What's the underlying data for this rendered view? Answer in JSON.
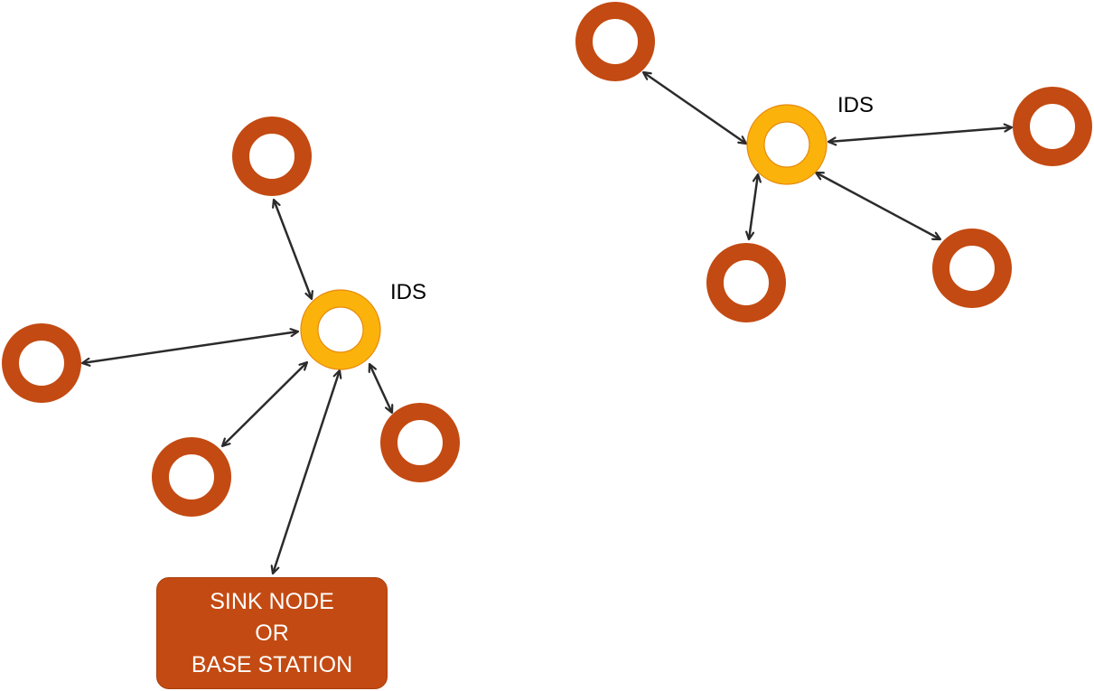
{
  "diagram": {
    "ids_labels": [
      "IDS",
      "IDS"
    ],
    "sink_node": {
      "lines": [
        "SINK NODE",
        "OR",
        "BASE STATION"
      ]
    },
    "colors": {
      "sensor_node": "#c34a12",
      "ids_node": "#fbb30c",
      "ids_node_stroke": "#e8890a",
      "sink_node": "#c34a12",
      "arrow": "#2b2b2b",
      "background": "#ffffff"
    },
    "clusters": [
      {
        "ids": "IDS",
        "sensor_nodes": 4,
        "connected_to_sink": true
      },
      {
        "ids": "IDS",
        "sensor_nodes": 4,
        "connected_to_sink": false
      }
    ]
  }
}
